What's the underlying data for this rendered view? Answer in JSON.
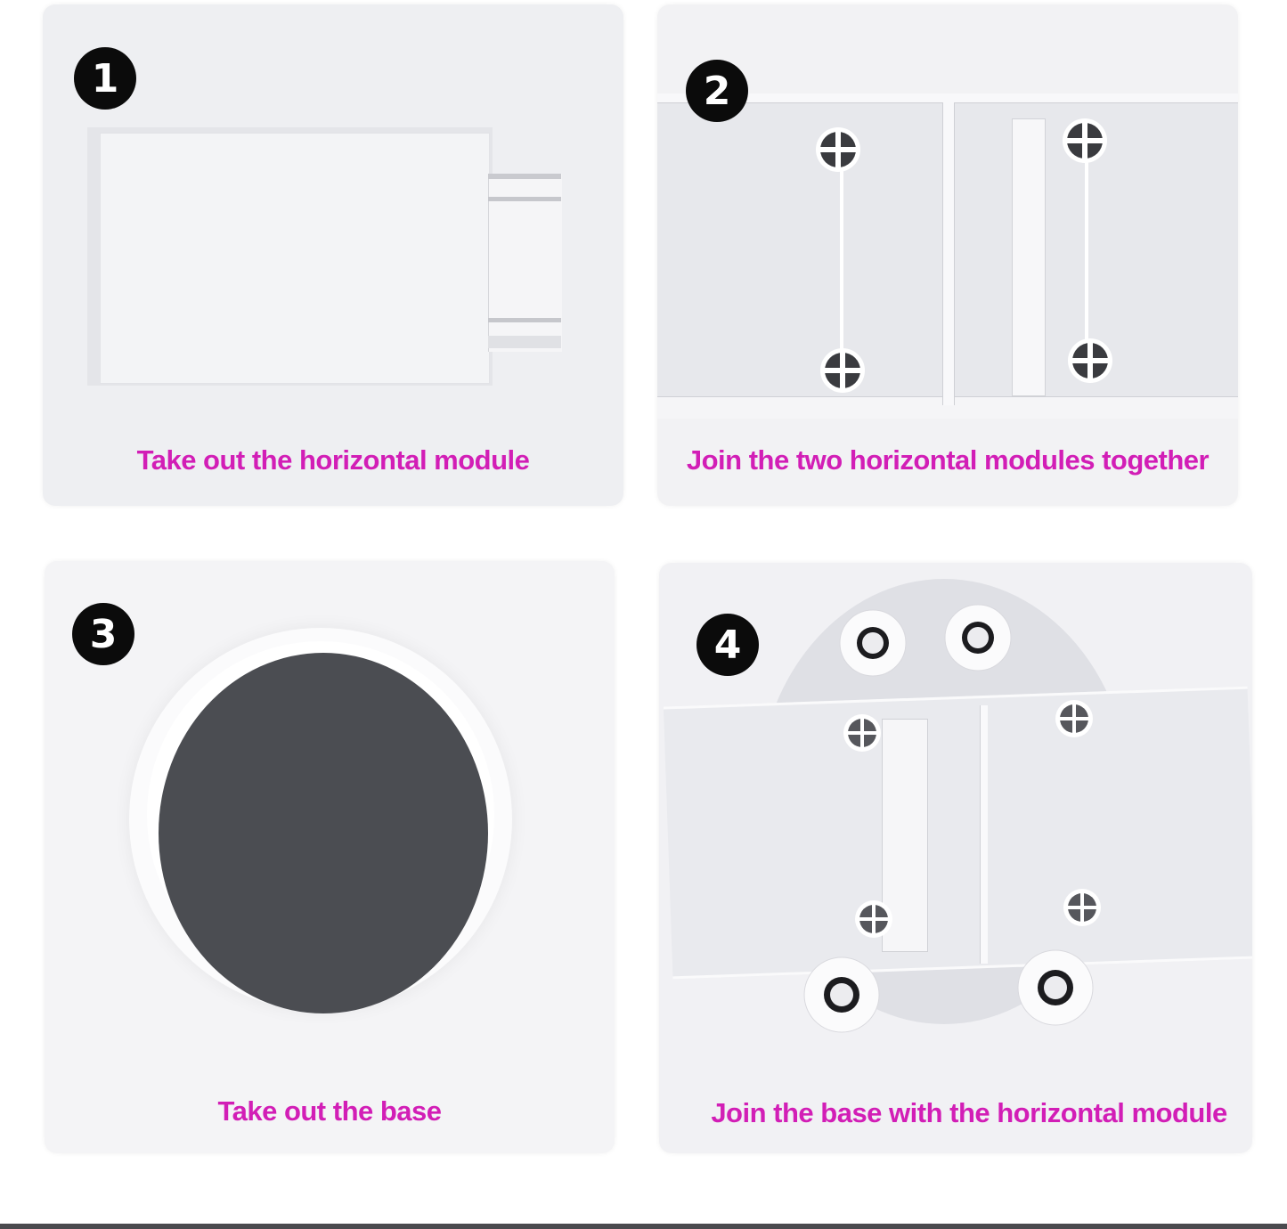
{
  "colors": {
    "caption": "#d21eb6",
    "badge_bg": "#0b0b0b",
    "badge_text": "#ffffff",
    "panel_bg": "#eff0f3",
    "base_disc": "#4b4d52"
  },
  "steps": [
    {
      "number": "1",
      "badge_icon": "number-1-circle-icon",
      "caption": "Take out the horizontal module",
      "image": "horizontal-module-photo"
    },
    {
      "number": "2",
      "badge_icon": "number-2-circle-icon",
      "caption": "Join the two horizontal modules together",
      "image": "joined-modules-photo"
    },
    {
      "number": "3",
      "badge_icon": "number-3-circle-icon",
      "caption": "Take out the base",
      "image": "round-base-photo"
    },
    {
      "number": "4",
      "badge_icon": "number-4-circle-icon",
      "caption": "Join the base with the horizontal module",
      "image": "base-with-module-photo"
    }
  ]
}
